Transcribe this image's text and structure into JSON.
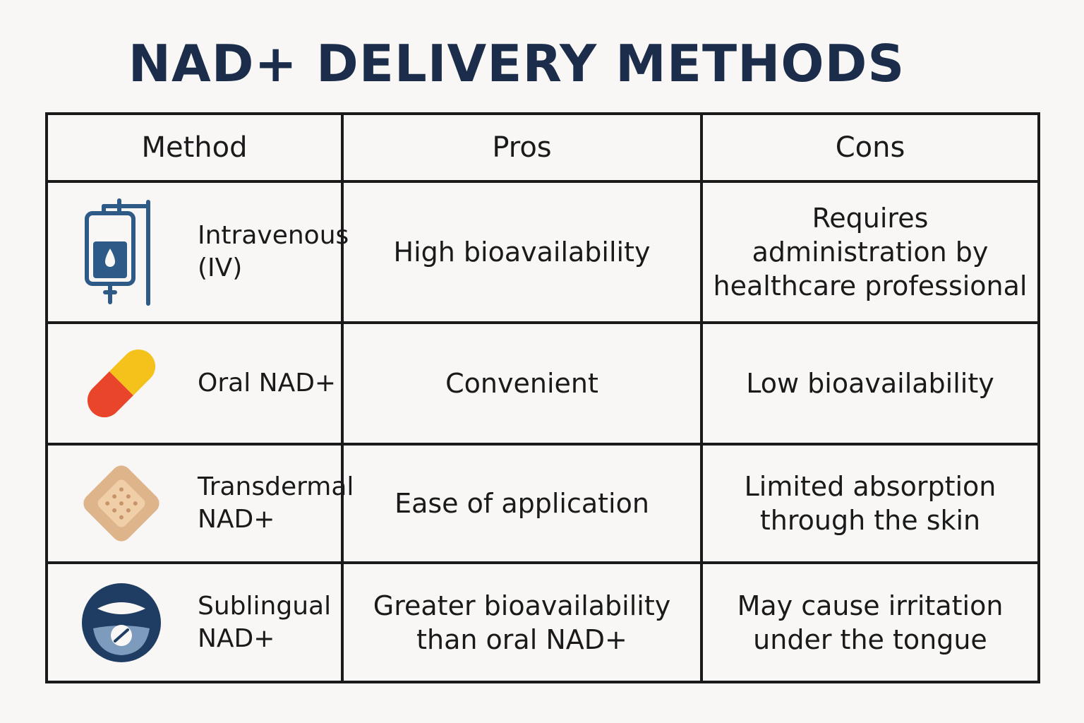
{
  "title": "NAD+ DELIVERY METHODS",
  "table": {
    "headers": [
      "Method",
      "Pros",
      "Cons"
    ],
    "rows": [
      {
        "icon": "iv-bag-icon",
        "method": "Intravenous (IV)",
        "pros": "High bioavailability",
        "cons": "Requires administration by healthcare professional"
      },
      {
        "icon": "capsule-icon",
        "method": "Oral NAD+",
        "pros": "Convenient",
        "cons": "Low bioavailability"
      },
      {
        "icon": "patch-icon",
        "method": "Transdermal NAD+",
        "pros": "Ease of application",
        "cons": "Limited absorption through the skin"
      },
      {
        "icon": "mouth-tablet-icon",
        "method": "Sublingual NAD+",
        "pros": "Greater bioavailability than oral NAD+",
        "cons": "May cause irritation under the tongue"
      }
    ]
  },
  "colors": {
    "title": "#1b2d4a",
    "iv_blue": "#2d5a86",
    "capsule_yellow": "#f5c21b",
    "capsule_red": "#e8452a",
    "patch_tan": "#deb48b",
    "mouth_navy": "#1f3d63"
  }
}
